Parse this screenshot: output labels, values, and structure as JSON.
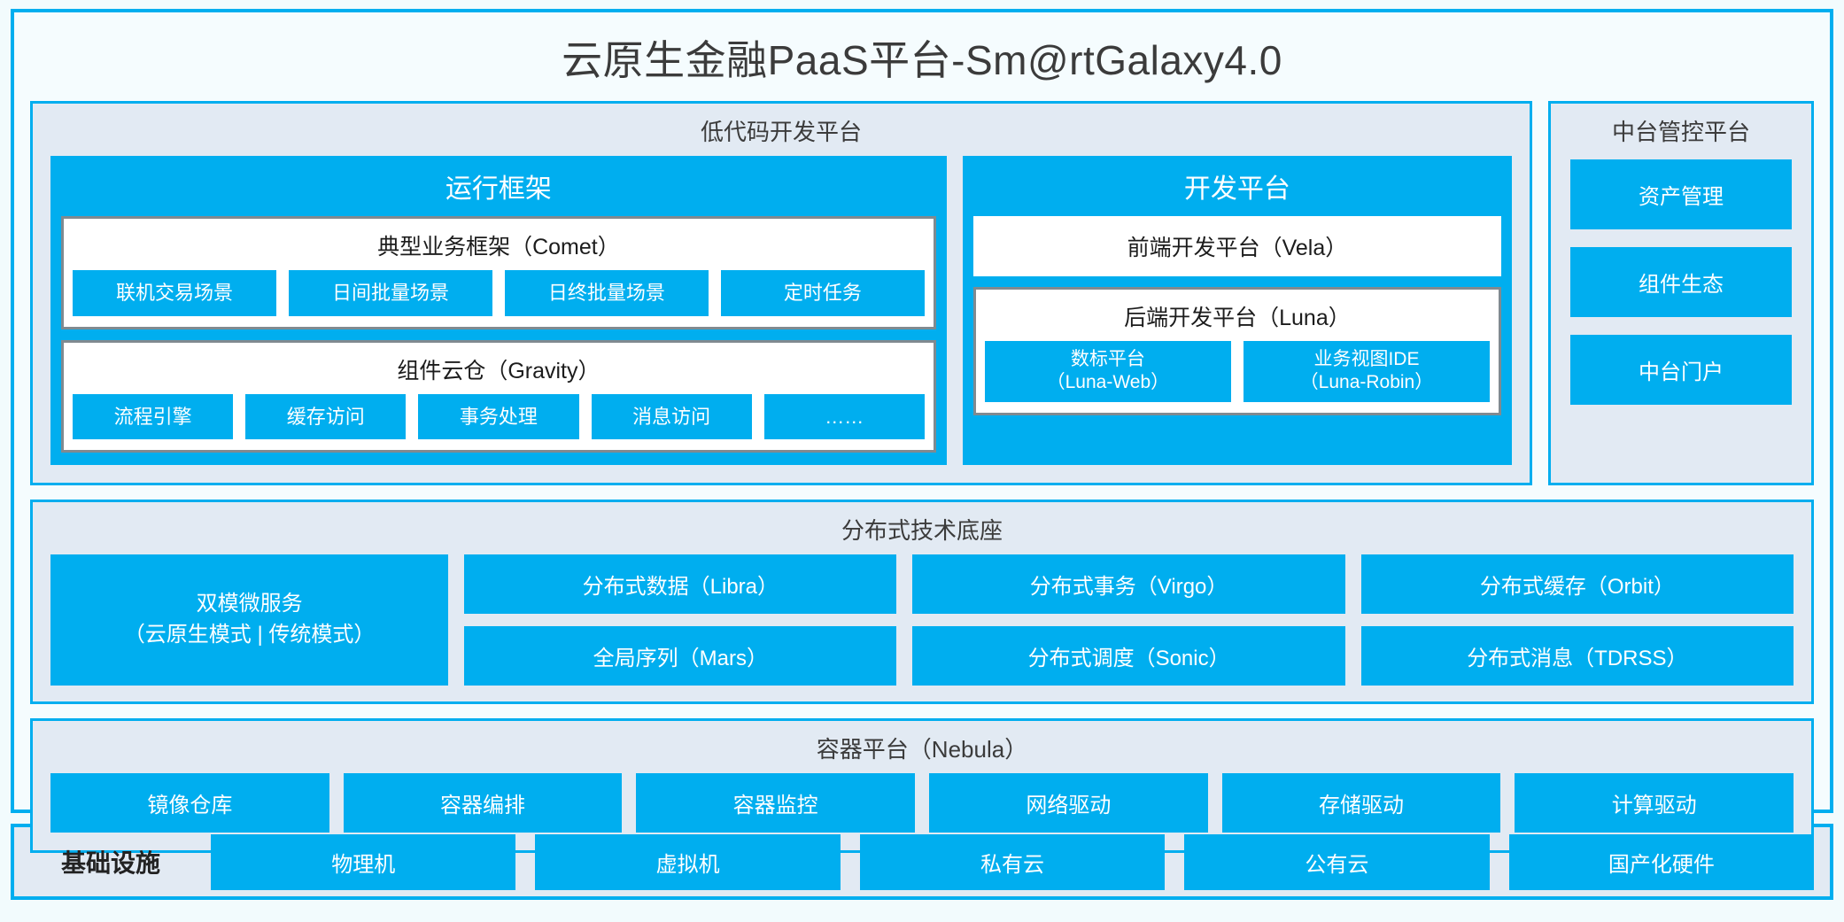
{
  "app": {
    "title": "云原生金融PaaS平台-Sm@rtGalaxy4.0"
  },
  "lowcode": {
    "title": "低代码开发平台",
    "runtime": {
      "title": "运行框架",
      "comet": {
        "title": "典型业务框架（Comet）",
        "items": [
          "联机交易场景",
          "日间批量场景",
          "日终批量场景",
          "定时任务"
        ]
      },
      "gravity": {
        "title": "组件云仓（Gravity）",
        "items": [
          "流程引擎",
          "缓存访问",
          "事务处理",
          "消息访问",
          "……"
        ]
      }
    },
    "devplatform": {
      "title": "开发平台",
      "frontend": "前端开发平台（Vela）",
      "backend": {
        "title": "后端开发平台（Luna）",
        "items": [
          {
            "name": "数标平台",
            "code": "（Luna-Web）"
          },
          {
            "name": "业务视图IDE",
            "code": "（Luna-Robin）"
          }
        ]
      }
    }
  },
  "control": {
    "title": "中台管控平台",
    "items": [
      "资产管理",
      "组件生态",
      "中台门户"
    ]
  },
  "tech": {
    "title": "分布式技术底座",
    "microservice": {
      "name": "双模微服务",
      "mode": "（云原生模式 | 传统模式）"
    },
    "columns": [
      [
        "分布式数据（Libra）",
        "全局序列（Mars）"
      ],
      [
        "分布式事务（Virgo）",
        "分布式调度（Sonic）"
      ],
      [
        "分布式缓存（Orbit）",
        "分布式消息（TDRSS）"
      ]
    ]
  },
  "container": {
    "title": "容器平台（Nebula）",
    "items": [
      "镜像仓库",
      "容器编排",
      "容器监控",
      "网络驱动",
      "存储驱动",
      "计算驱动"
    ]
  },
  "infra": {
    "label": "基础设施",
    "items": [
      "物理机",
      "虚拟机",
      "私有云",
      "公有云",
      "国产化硬件"
    ]
  },
  "colors": {
    "accent": "#00aeef",
    "panel_bg": "#e2eaf3",
    "frame_bg": "#f5fcfe",
    "page_bg": "#f2fbfd",
    "inner_border": "#808a90",
    "text_dark": "#3b3b3b"
  }
}
